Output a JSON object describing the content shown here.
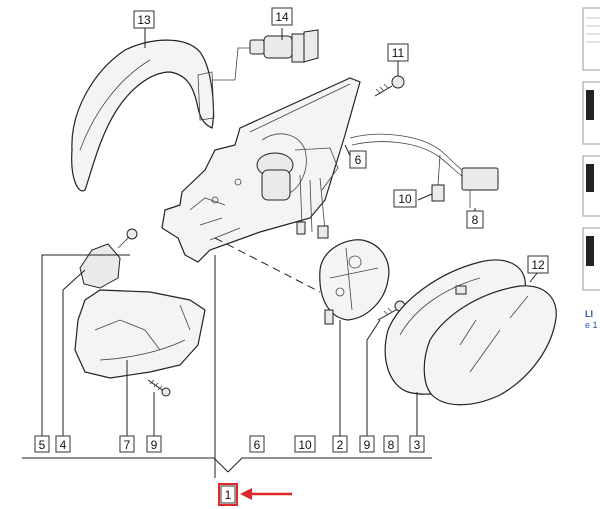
{
  "callouts": [
    {
      "id": "c13",
      "number": "13"
    },
    {
      "id": "c14",
      "number": "14"
    },
    {
      "id": "c11",
      "number": "11"
    },
    {
      "id": "c6a",
      "number": "6"
    },
    {
      "id": "c10a",
      "number": "10"
    },
    {
      "id": "c8a",
      "number": "8"
    },
    {
      "id": "c12",
      "number": "12"
    }
  ],
  "bottom_row": [
    "5",
    "4",
    "7",
    "9",
    "6",
    "10",
    "2",
    "9",
    "8",
    "3"
  ],
  "assembly_number": "1",
  "colors": {
    "arrow": "#e0282a",
    "highlight_box": "#e0282a",
    "side_link": "#2a5aa8"
  },
  "side_panel": {
    "link_text": "LI",
    "sub_text": "e 1"
  }
}
